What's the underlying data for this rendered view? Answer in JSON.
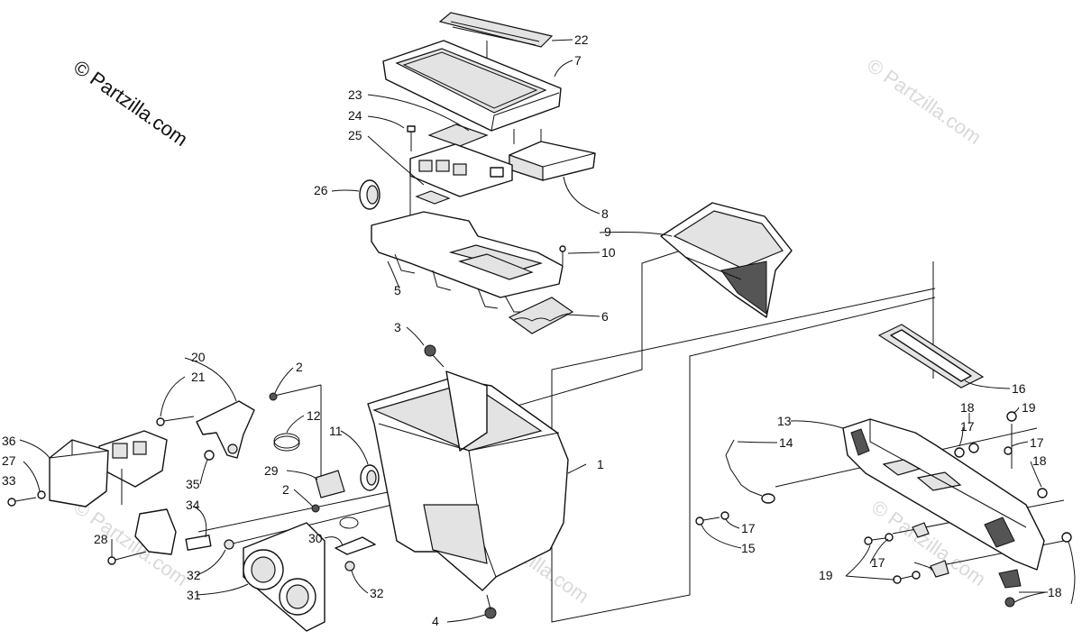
{
  "watermark": {
    "main": "© Partzilla.com",
    "faint": "© Partzilla.com"
  },
  "callouts": {
    "c1": "1",
    "c2a": "2",
    "c2b": "2",
    "c3": "3",
    "c4": "4",
    "c5": "5",
    "c6": "6",
    "c7": "7",
    "c8": "8",
    "c9": "9",
    "c10": "10",
    "c11": "11",
    "c12": "12",
    "c13": "13",
    "c14": "14",
    "c15": "15",
    "c16": "16",
    "c17a": "17",
    "c17b": "17",
    "c17c": "17",
    "c17d": "17",
    "c18a": "18",
    "c18b": "18",
    "c18c": "18",
    "c19a": "19",
    "c19b": "19",
    "c20": "20",
    "c21": "21",
    "c22": "22",
    "c23": "23",
    "c24": "24",
    "c25": "25",
    "c26": "26",
    "c27": "27",
    "c28": "28",
    "c29": "29",
    "c30": "30",
    "c31": "31",
    "c32a": "32",
    "c32b": "32",
    "c33": "33",
    "c34": "34",
    "c35": "35",
    "c36": "36"
  }
}
